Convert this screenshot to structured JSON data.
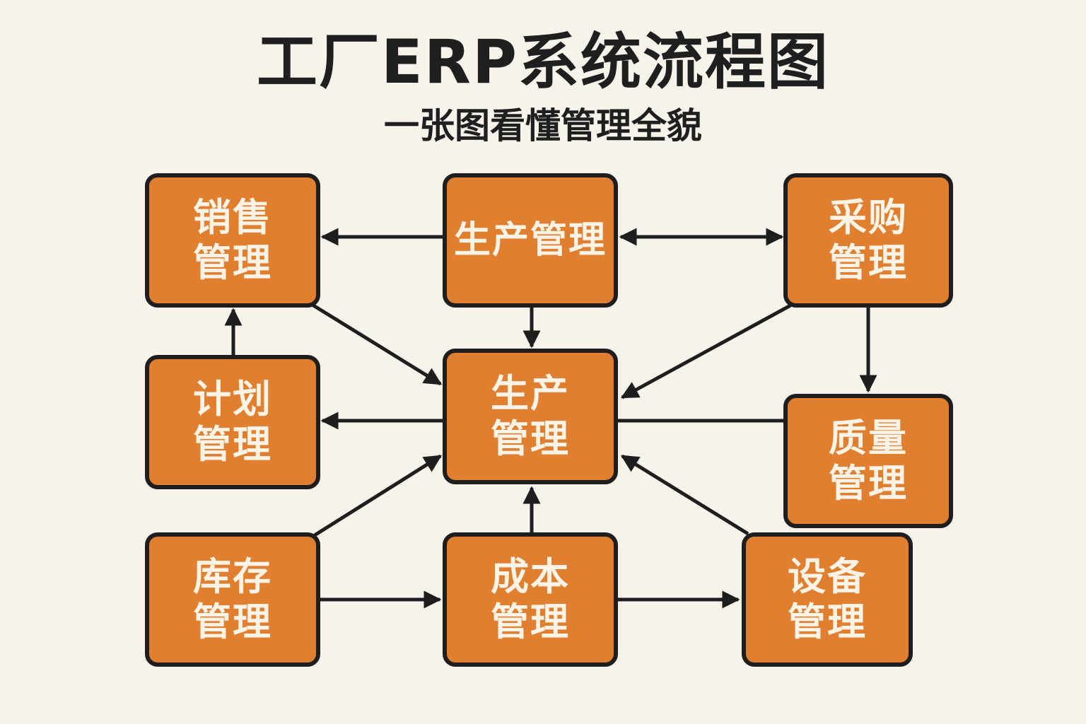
{
  "header": {
    "title": "工厂ERP系统流程图",
    "subtitle": "一张图看懂管理全貌"
  },
  "colors": {
    "background": "#f7f2ea",
    "node_fill": "#e07f30",
    "node_border": "#1e1e1e",
    "node_text": "#fbf3e6",
    "edge": "#1e1e1e"
  },
  "nodes": {
    "sales": {
      "id": "sales",
      "lines": [
        "销售",
        "管理"
      ]
    },
    "production_top": {
      "id": "production_top",
      "lines": [
        "生产管理"
      ]
    },
    "purchase": {
      "id": "purchase",
      "lines": [
        "采购",
        "管理"
      ]
    },
    "planning": {
      "id": "planning",
      "lines": [
        "计划",
        "管理"
      ]
    },
    "production": {
      "id": "production",
      "lines": [
        "生产",
        "管理"
      ]
    },
    "quality": {
      "id": "quality",
      "lines": [
        "质量",
        "管理"
      ]
    },
    "inventory": {
      "id": "inventory",
      "lines": [
        "库存",
        "管理"
      ]
    },
    "cost": {
      "id": "cost",
      "lines": [
        "成本",
        "管理"
      ]
    },
    "equipment": {
      "id": "equipment",
      "lines": [
        "设备",
        "管理"
      ]
    }
  },
  "edges": [
    {
      "from": "production_top",
      "to": "sales",
      "arrow": "end"
    },
    {
      "from": "production_top",
      "to": "purchase",
      "arrow": "both"
    },
    {
      "from": "production_top",
      "to": "production",
      "arrow": "end"
    },
    {
      "from": "sales",
      "to": "production",
      "arrow": "end"
    },
    {
      "from": "purchase",
      "to": "production",
      "arrow": "end"
    },
    {
      "from": "purchase",
      "to": "quality",
      "arrow": "end"
    },
    {
      "from": "planning",
      "to": "sales",
      "arrow": "end"
    },
    {
      "from": "production",
      "to": "planning",
      "arrow": "end"
    },
    {
      "from": "production",
      "to": "quality",
      "arrow": "none"
    },
    {
      "from": "inventory",
      "to": "production",
      "arrow": "end"
    },
    {
      "from": "cost",
      "to": "production",
      "arrow": "end"
    },
    {
      "from": "equipment",
      "to": "production",
      "arrow": "end"
    },
    {
      "from": "inventory",
      "to": "cost",
      "arrow": "end"
    },
    {
      "from": "cost",
      "to": "equipment",
      "arrow": "end"
    }
  ]
}
